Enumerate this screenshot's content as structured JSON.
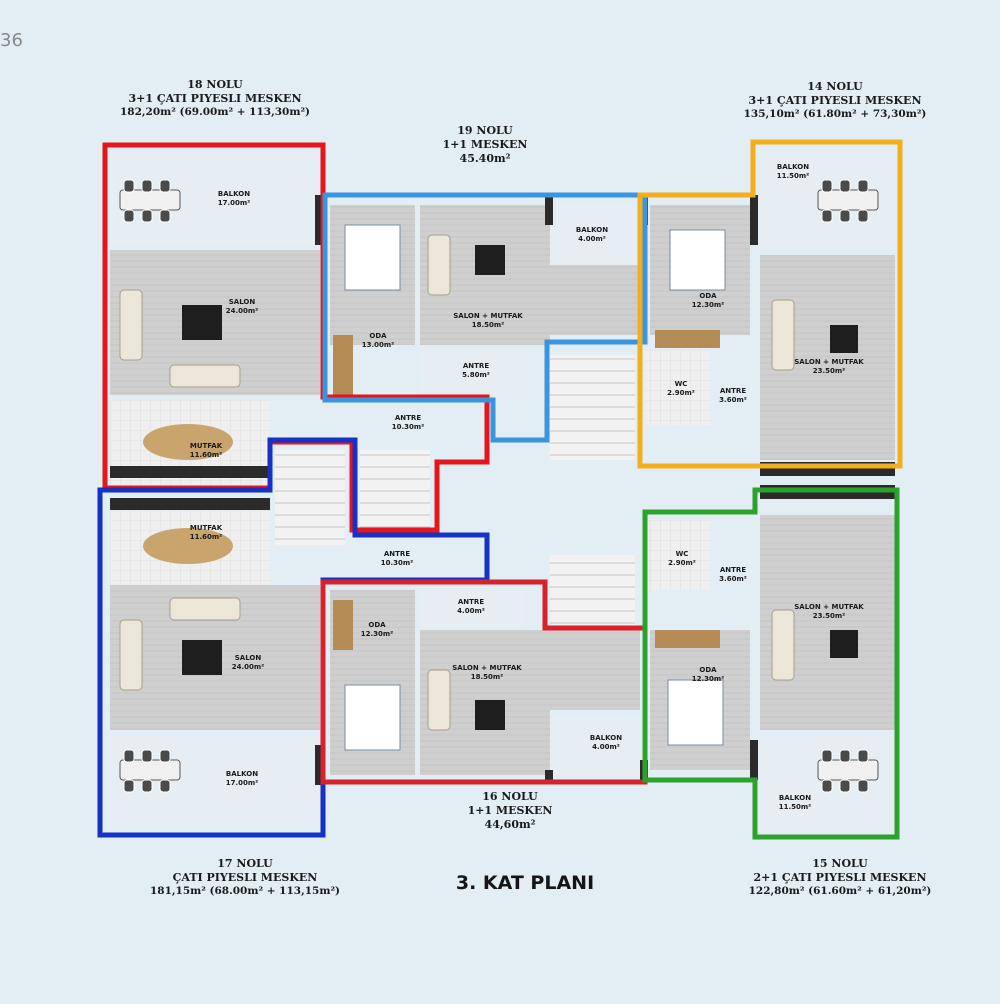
{
  "corner_number": "36",
  "plan_title": "3. KAT PLANI",
  "units": {
    "u18": {
      "line1": "18 NOLU",
      "line2": "3+1 ÇATI PIYESLI MESKEN",
      "line3": "182,20m² (69.00m² + 113,30m²)",
      "color": "#e4161b"
    },
    "u19": {
      "line1": "19 NOLU",
      "line2": "1+1  MESKEN",
      "line3": "45.40m²",
      "color": "#3a95de"
    },
    "u14": {
      "line1": "14 NOLU",
      "line2": "3+1 ÇATI PIYESLI MESKEN",
      "line3": "135,10m² (61.80m² + 73,30m²)",
      "color": "#f2ae1c"
    },
    "u17": {
      "line1": "17 NOLU",
      "line2": "ÇATI PIYESLI MESKEN",
      "line3": "181,15m² (68.00m² + 113,15m²)",
      "color": "#1631c4"
    },
    "u16": {
      "line1": "16 NOLU",
      "line2": "1+1  MESKEN",
      "line3": "44,60m²",
      "color": "#d6222a"
    },
    "u15": {
      "line1": "15 NOLU",
      "line2": "2+1 ÇATI PIYESLI MESKEN",
      "line3": "122,80m² (61.60m² + 61,20m²)",
      "color": "#2ca22c"
    }
  },
  "rooms": {
    "balkon_18": {
      "name": "BALKON",
      "area": "17.00m²"
    },
    "salon_18": {
      "name": "SALON",
      "area": "24.00m²"
    },
    "mutfak_18": {
      "name": "MUTFAK",
      "area": "11.60m²"
    },
    "antre_18": {
      "name": "ANTRE",
      "area": "10.30m²"
    },
    "oda_19": {
      "name": "ODA",
      "area": "13.00m²"
    },
    "salonmutfak_19": {
      "name": "SALON + MUTFAK",
      "area": "18.50m²"
    },
    "balkon_19": {
      "name": "BALKON",
      "area": "4.00m²"
    },
    "antre_19": {
      "name": "ANTRE",
      "area": "5.80m²"
    },
    "balkon_14": {
      "name": "BALKON",
      "area": "11.50m²"
    },
    "oda_14": {
      "name": "ODA",
      "area": "12.30m²"
    },
    "salonmutfak_14": {
      "name": "SALON + MUTFAK",
      "area": "23.50m²"
    },
    "wc_14": {
      "name": "WC",
      "area": "2.90m²"
    },
    "antre_14": {
      "name": "ANTRE",
      "area": "3.60m²"
    },
    "mutfak_17": {
      "name": "MUTFAK",
      "area": "11.60m²"
    },
    "antre_17": {
      "name": "ANTRE",
      "area": "10.30m²"
    },
    "salon_17": {
      "name": "SALON",
      "area": "24.00m²"
    },
    "balkon_17": {
      "name": "BALKON",
      "area": "17.00m²"
    },
    "oda_16": {
      "name": "ODA",
      "area": "12.30m²"
    },
    "antre_16": {
      "name": "ANTRE",
      "area": "4.00m²"
    },
    "salonmutfak_16": {
      "name": "SALON + MUTFAK",
      "area": "18.50m²"
    },
    "balkon_16": {
      "name": "BALKON",
      "area": "4.00m²"
    },
    "wc_15": {
      "name": "WC",
      "area": "2.90m²"
    },
    "antre_15": {
      "name": "ANTRE",
      "area": "3.60m²"
    },
    "salonmutfak_15": {
      "name": "SALON + MUTFAK",
      "area": "23.50m²"
    },
    "oda_15": {
      "name": "ODA",
      "area": "12.30m²"
    },
    "balkon_15": {
      "name": "BALKON",
      "area": "11.50m²"
    }
  }
}
